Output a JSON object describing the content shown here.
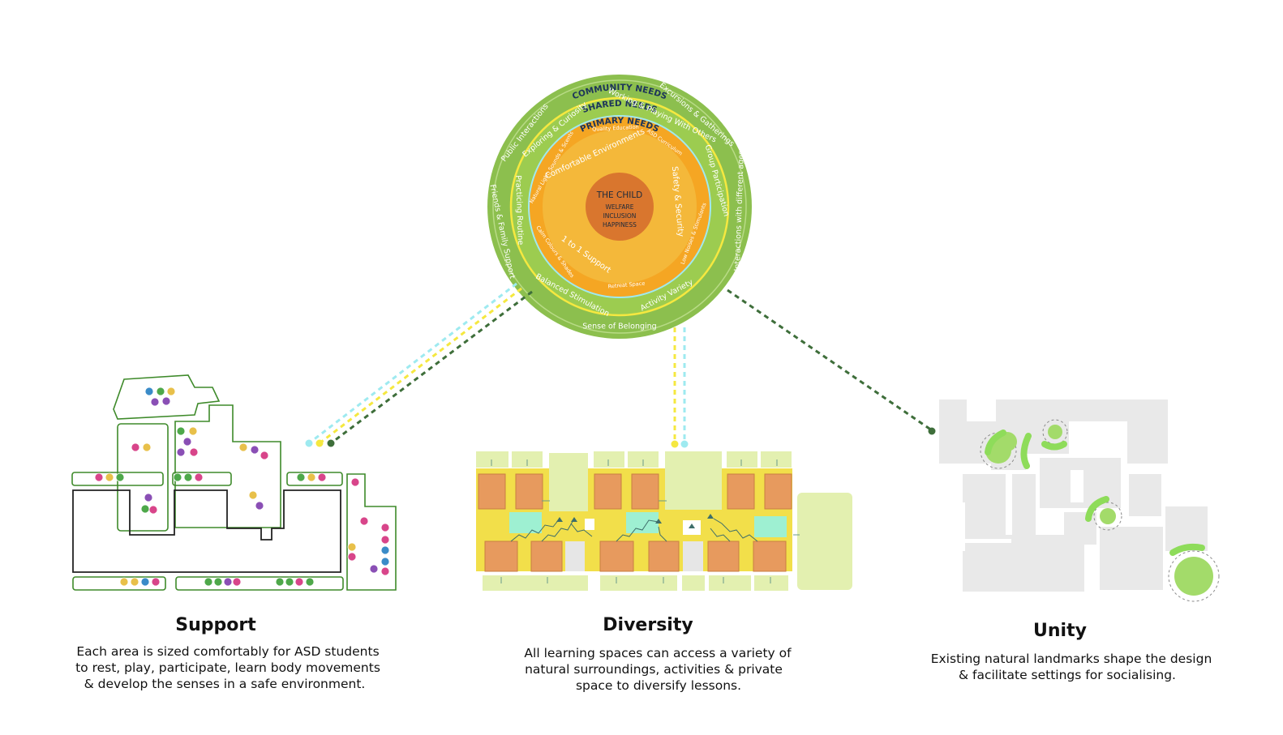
{
  "wheel": {
    "core": {
      "title": "THE CHILD",
      "line1": "WELFARE",
      "line2": "INCLUSION",
      "line3": "HAPPINESS"
    },
    "ring_labels": {
      "community": "COMMUNITY NEEDS",
      "shared": "SHARED NEEDS",
      "primary": "PRIMARY NEEDS"
    },
    "community_items": [
      "Public Interactions",
      "Excursions & Gatherings",
      "Interactions with different ages",
      "Sense of Belonging",
      "Friends & Family Support"
    ],
    "shared_items": [
      "Exploring & Curiosity",
      "Working & Playing With Others",
      "Group Participation",
      "Activity Variety",
      "Balanced Stimulation",
      "Practicing Routine"
    ],
    "primary_items": [
      "Comfortable Environments",
      "Safety & Security",
      "1 to 1 Support"
    ],
    "primary_sub_items": [
      "Quality Education",
      "ASD Curriculum",
      "Low Noises & Stimulants",
      "Retreat Space",
      "Calm Colours & Shades",
      "Natural Light, Sounds & Scents"
    ]
  },
  "panels": [
    {
      "title": "Support",
      "desc1": "Each area is sized comfortably for ASD students",
      "desc2": "to rest, play, participate, learn body movements",
      "desc3": "& develop the senses in a safe environment."
    },
    {
      "title": "Diversity",
      "desc1": "All learning spaces can access a variety of",
      "desc2": "natural surroundings, activities & private",
      "desc3": "space to diversify lessons."
    },
    {
      "title": "Unity",
      "desc1": "Existing natural landmarks shape the design",
      "desc2": "& facilitate settings for socialising.",
      "desc3": ""
    }
  ],
  "colors": {
    "community_ring": "#8cbf4e",
    "community_inner": "#b2d57e",
    "shared_ring": "#9ccc50",
    "primary_ring": "#f5a623",
    "primary_fill": "#f4b83a",
    "core": "#d9762e",
    "line_cyan": "#9eeaf0",
    "line_yellow": "#f5e840",
    "line_green": "#3e6e3a",
    "orange_room": "#e79a5e",
    "yellow_corridor": "#f2df4a",
    "pale_green": "#e3f0b0",
    "mint": "#9ef0d2",
    "plan_outline": "#3e8a2a",
    "grey_plan": "#e9e9e9"
  }
}
